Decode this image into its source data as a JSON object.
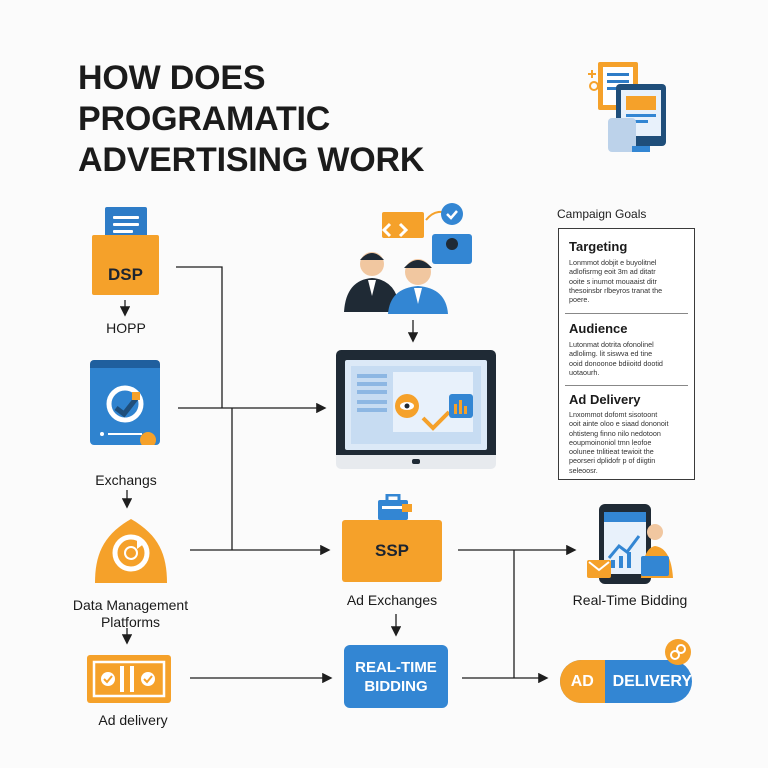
{
  "title": [
    "HOW DOES",
    "PROGRAMATIC",
    "ADVERTISING WORK"
  ],
  "left_column": {
    "dsp_label": "DSP",
    "hopp_label": "HOPP",
    "exchangs_label": "Exchangs",
    "dmp_label_line1": "Data Management",
    "dmp_label_line2": "Platforms",
    "ad_delivery_label": "Ad delivery"
  },
  "center": {
    "ssp_label": "SSP",
    "ad_exchanges_label": "Ad Exchanges",
    "rtb_line1": "REAL-TIME",
    "rtb_line2": "BIDDING"
  },
  "right": {
    "rtb_label": "Real-Time Bidding",
    "ad_label": "AD",
    "delivery_label": "DELIVERY"
  },
  "campaign_goals": {
    "title": "Campaign Goals",
    "sections": [
      {
        "heading": "Targeting",
        "lines": [
          "Lonmmot dobjit e buyolitnel",
          "adlofisrmg eoit 3m ad ditatr",
          "ooite s inumot mouaaist ditr",
          "thesoinsbr rlbeyros tranat the",
          "poere."
        ]
      },
      {
        "heading": "Audience",
        "lines": [
          "Lutonmat dotrita ofonolinel",
          "adlolimg. lit siswva ed tine",
          "ooid donoonoe bdiioitd dootid",
          "uotaourh."
        ]
      },
      {
        "heading": "Ad Delivery",
        "lines": [
          "Lnxommot dofomt sisotoont",
          "ooit ainte oloo e siaad dononoit",
          "ohtisteng finno nilo nedotoon",
          "eoupmoinoniol tmn leofoe",
          "oolunee tnlitieat tewioit the",
          "peorseri dplidofr p of diigtin",
          "seleoosr."
        ]
      }
    ]
  },
  "icon_names": [
    "document-icon",
    "exchange-phone-icon",
    "refresh-hand-icon",
    "checks-ticket-icon",
    "meeting-people-icon",
    "monitor-icon",
    "briefcase-icon",
    "tablet-chart-icon",
    "devices-icon"
  ],
  "colors": {
    "orange": "#f5a12a",
    "blue": "#3386d3",
    "dark": "#1f2a35"
  }
}
